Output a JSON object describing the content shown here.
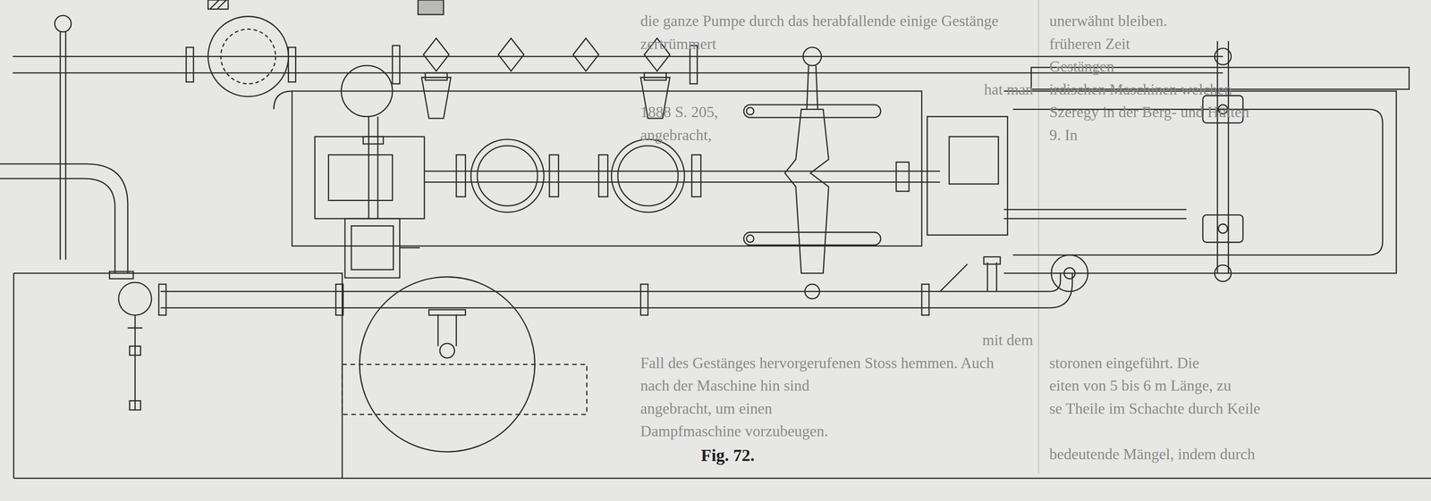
{
  "diagram": {
    "caption": "Fig. 72.",
    "labels": [
      "die ganze Pumpe durch das herabfallende einige Gestänge",
      "zertrümmert",
      "hat man",
      "1888 S. 205,",
      "angebracht,",
      "mit dem",
      "Fall des Gestänges hervorgerufenen Stoss hemmen. Auch",
      "nach der Maschine hin sind",
      "angebracht, um einen",
      "Dampfmaschine vorzubeugen.",
      "unerwähnt bleiben.",
      "früheren Zeit",
      "Gestängen",
      "irdischen Maschinen welchen",
      "Szeregy in der Berg- und Hütten",
      "9. In",
      "storonen eingeführt. Die",
      "eiten von 5 bis 6 m Länge, zu",
      "se Theile im Schachte durch Keile",
      "bedeutende Mängel, indem durch"
    ]
  }
}
